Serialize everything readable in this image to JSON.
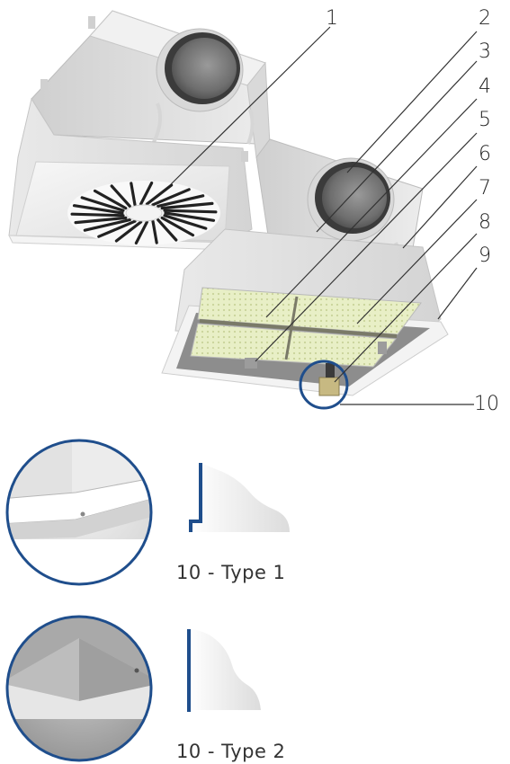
{
  "callouts": [
    "1",
    "2",
    "3",
    "4",
    "5",
    "6",
    "7",
    "8",
    "9",
    "10"
  ],
  "details": [
    {
      "caption": "10 - Type 1"
    },
    {
      "caption": "10 - Type 2"
    }
  ],
  "colors": {
    "detail_ring": "#1f4e8c",
    "housing": "#e4e4e4",
    "filter_media": "#e6edc2",
    "frame": "#f2f2f2"
  }
}
